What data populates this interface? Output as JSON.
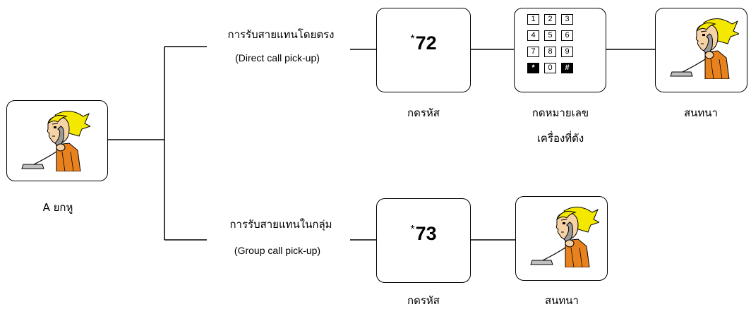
{
  "caller": {
    "label": "A ยกหู"
  },
  "branches": {
    "direct": {
      "title": "การรับสายแทนโดยตรง",
      "subtitle": "(Direct call pick-up)",
      "code": {
        "prefix": "*",
        "number": "72"
      },
      "code_label": "กดรหัส",
      "keypad_label_line1": "กดหมายเลข",
      "keypad_label_line2": "เครื่องที่ดัง",
      "talk_label": "สนทนา",
      "keys": [
        "1",
        "2",
        "3",
        "4",
        "5",
        "6",
        "7",
        "8",
        "9",
        "*",
        "0",
        "#"
      ]
    },
    "group": {
      "title": "การรับสายแทนในกลุ่ม",
      "subtitle": "(Group call pick-up)",
      "code": {
        "prefix": "*",
        "number": "73"
      },
      "code_label": "กดรหัส",
      "talk_label": "สนทนา"
    }
  },
  "icons": {
    "person": "person-on-phone-icon",
    "keypad": "keypad-icon"
  },
  "colors": {
    "hair": "#f5e800",
    "shirt": "#e8821e",
    "skin": "#f6d3a6",
    "line": "#000000"
  }
}
